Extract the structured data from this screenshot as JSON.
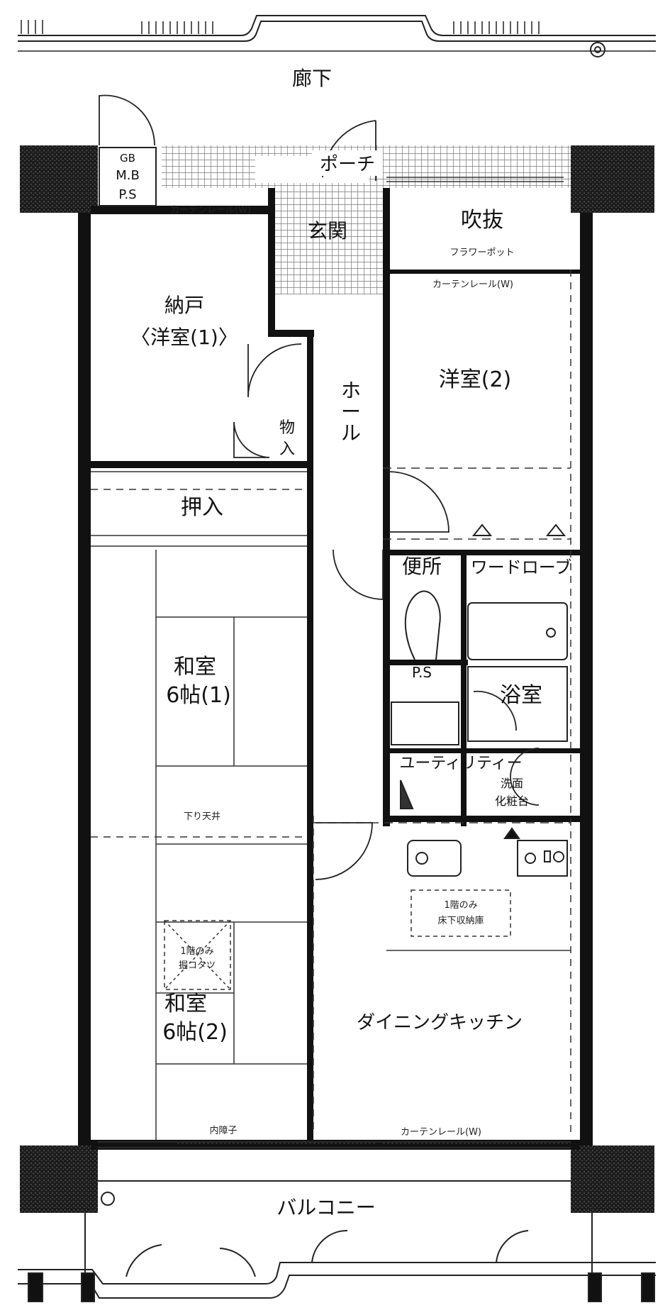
{
  "rooms": {
    "corridor": "廊下",
    "porch": "ポーチ",
    "entrance": "玄関",
    "atrium": "吹抜",
    "flower_pot": "フラワーポット",
    "storage_room_line1": "納戸",
    "storage_room_line2": "〈洋室(1)〉",
    "hall": "ホール",
    "western_room_2": "洋室(2)",
    "closet_line1": "物",
    "closet_line2": "入",
    "oshiire": "押入",
    "toilet": "便所",
    "wardrobe": "ワードローブ",
    "ps_small": "P.S",
    "bath": "浴室",
    "utility": "ユーティリティー",
    "vanity_line1": "洗面",
    "vanity_line2": "化粧台",
    "washitsu_1_line1": "和室",
    "washitsu_1_line2": "6帖(1)",
    "sagari_tenjo": "下り天井",
    "kotatsu_line1": "1階のみ",
    "kotatsu_line2": "掘コタツ",
    "washitsu_2_line1": "和室",
    "washitsu_2_line2": "6帖(2)",
    "underfloor_line1": "1階のみ",
    "underfloor_line2": "床下収納庫",
    "dining_kitchen": "ダイニングキッチン",
    "inner_shoji": "内障子",
    "balcony": "バルコニー"
  },
  "meter_box": {
    "gb": "GB",
    "mb": "M.B",
    "ps": "P.S"
  },
  "curtain_rails": {
    "top_left": "カーテンレール(W)",
    "western_2": "カーテンレール(W)",
    "bottom": "カーテンレール(W)"
  },
  "colors": {
    "wall": "#111111",
    "pillar": "#1a1a1a",
    "tile": "#9a9a9a",
    "line": "#222222"
  }
}
